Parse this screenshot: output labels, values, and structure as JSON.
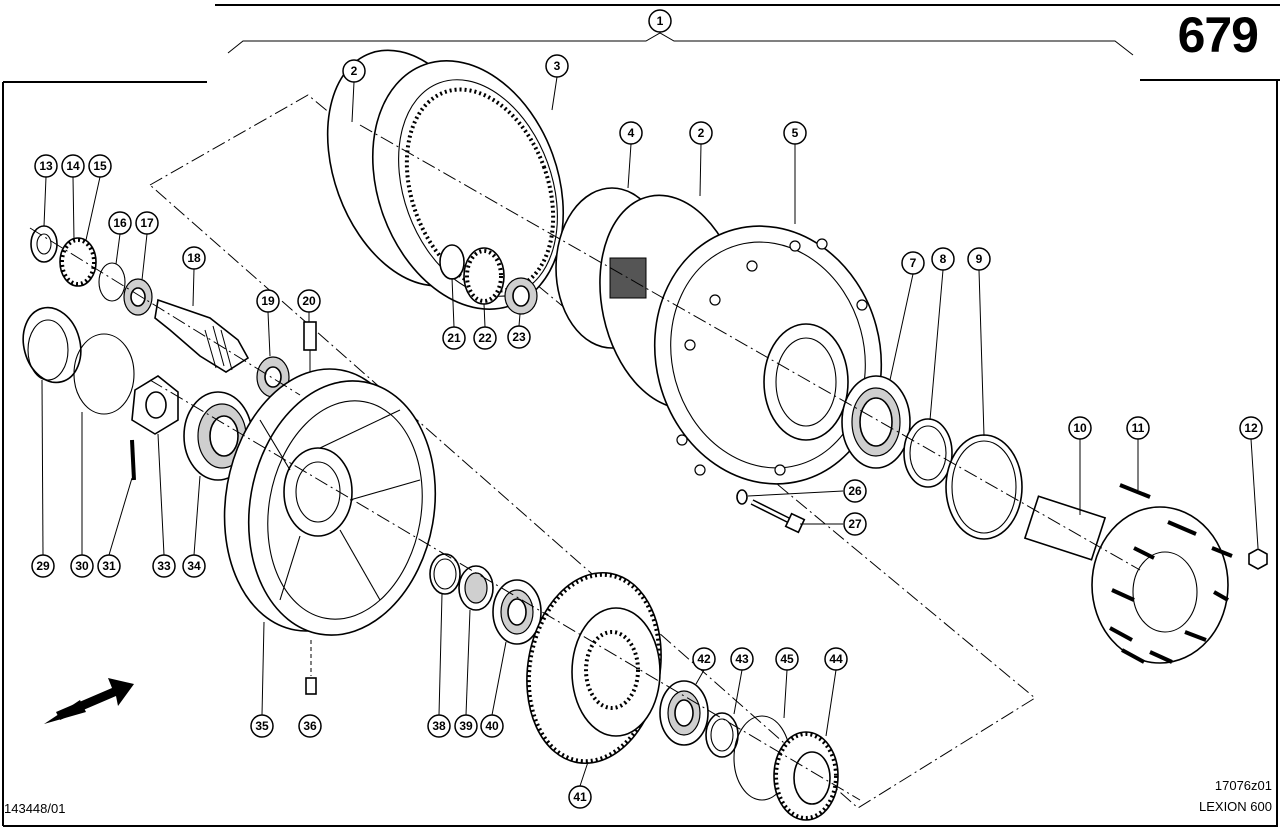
{
  "header": {
    "page_number": "679"
  },
  "footer": {
    "sheet_ref": "143448/01",
    "drawing_ref": "17076z01",
    "model": "LEXION 600"
  },
  "icons": {
    "direction": "direction-arrow-icon"
  },
  "callouts": [
    "1",
    "2",
    "3",
    "4",
    "2",
    "5",
    "13",
    "14",
    "15",
    "16",
    "17",
    "18",
    "19",
    "20",
    "21",
    "22",
    "23",
    "7",
    "8",
    "9",
    "10",
    "11",
    "12",
    "26",
    "27",
    "29",
    "30",
    "31",
    "33",
    "34",
    "35",
    "36",
    "38",
    "39",
    "40",
    "41",
    "42",
    "43",
    "45",
    "44"
  ]
}
